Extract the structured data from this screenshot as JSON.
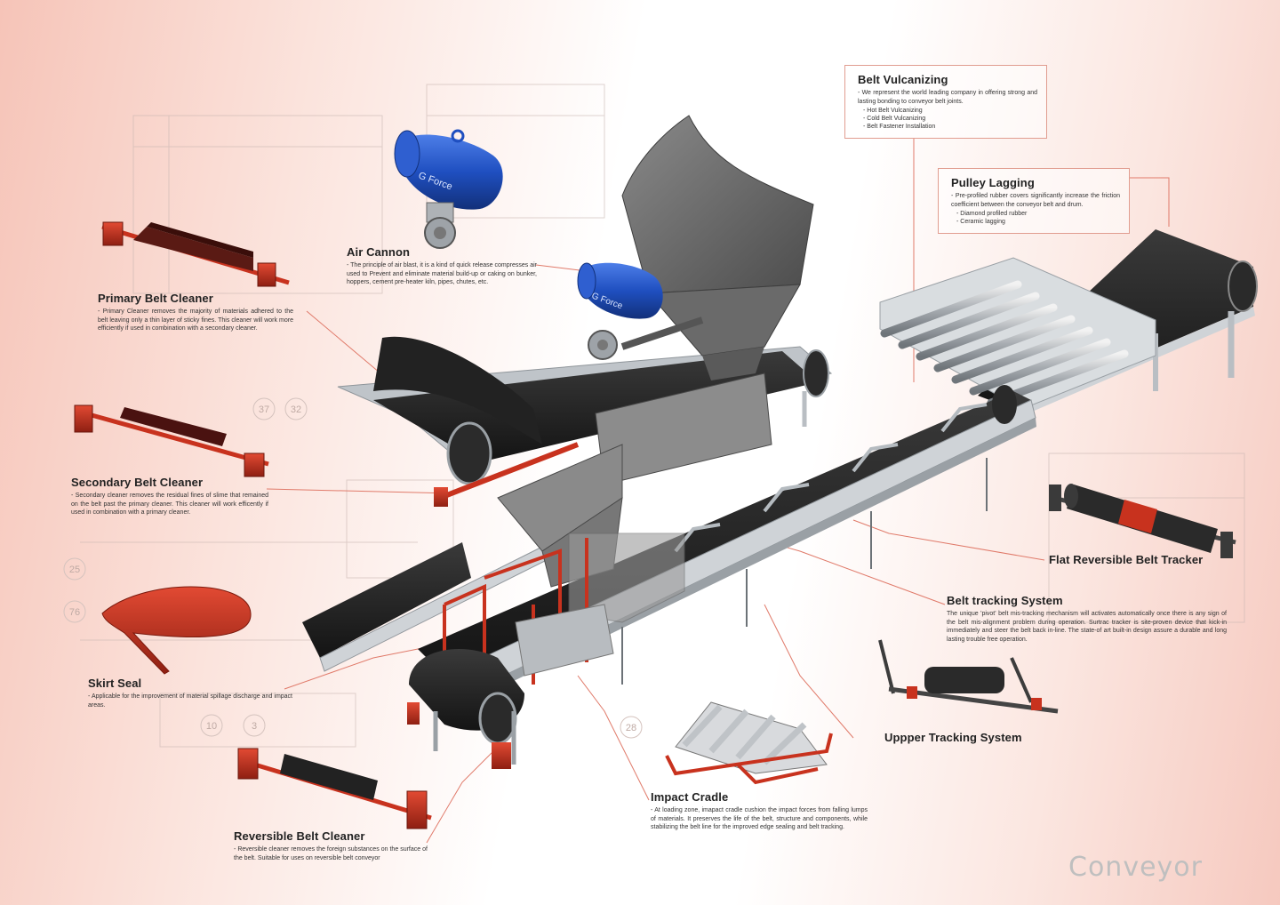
{
  "labels": {
    "belt_vulcanizing": {
      "title": "Belt Vulcanizing",
      "desc": "- We represent the world leading company in offering strong and lasting bonding to conveyor belt joints.",
      "items": [
        "Hot Belt Vulcanizing",
        "Cold Belt Vulcanizing",
        "Belt Fastener Installation"
      ]
    },
    "pulley_lagging": {
      "title": "Pulley Lagging",
      "desc": "- Pre-profiled rubber covers significantly increase the friction coefficient between the conveyor belt and drum.",
      "items": [
        "Diamond profiled rubber",
        "Ceramic lagging"
      ]
    },
    "air_cannon": {
      "title": "Air Cannon",
      "desc": "- The principle of air blast, it is a kind of quick release compresses air used to Prevent and eliminate material build-up or caking on bunker, hoppers, cement pre-heater kiln, pipes, chutes, etc."
    },
    "primary_belt_cleaner": {
      "title": "Primary Belt Cleaner",
      "desc": "- Primary Cleaner removes the majority of materials adhered to the belt leaving only a thin layer of sticky fines. This cleaner will work more efficiently if used in combination with a secondary cleaner."
    },
    "secondary_belt_cleaner": {
      "title": "Secondary Belt Cleaner",
      "desc": "- Secondary cleaner removes the residual fines of slime that remained on the belt past the primary cleaner. This cleaner will work efficently if used in combination with a primary cleaner."
    },
    "skirt_seal": {
      "title": "Skirt Seal",
      "desc": "- Applicable for the improvement of material spillage discharge and impact areas."
    },
    "reversible_belt_cleaner": {
      "title": "Reversible Belt Cleaner",
      "desc": "- Reversible cleaner removes the foreign substances on the surface of the belt. Suitable for uses on reversible belt conveyor"
    },
    "impact_cradle": {
      "title": "Impact Cradle",
      "desc": "- At loading zone, imapact cradle cushion the impact forces from falling lumps of materials. It preserves the life of the belt, structure and components, while stabilizing the belt line for the improved edge sealing and belt tracking."
    },
    "belt_tracking_system": {
      "title": "Belt tracking System",
      "desc": "The unique 'pivot' belt mis-tracking mechanism will activates automatically once there is any sign of the belt mis-alignment problem during operation. Surtrac tracker is site-proven device that kick-in immediately and steer the belt back in-line. The state-of art built-in design assure a durable and long lasting trouble free operation."
    },
    "flat_reversible_belt_tracker": {
      "title": "Flat Reversible Belt Tracker"
    },
    "upper_tracking_system": {
      "title": "Uppper Tracking System"
    }
  },
  "product_text": {
    "air_cannon_brand": "G Force"
  },
  "drawing_numbers": [
    "37",
    "32",
    "25",
    "76",
    "10",
    "3",
    "28"
  ],
  "watermark": "Conveyor",
  "colors": {
    "belt": "#1f1f1f",
    "frame": "#c8ccd0",
    "accent_red": "#c8321e",
    "hopper": "#6b6b6b",
    "cannon_blue": "#1f4fc0",
    "leader_line": "#e07a6a",
    "box_border": "#e19d90"
  }
}
